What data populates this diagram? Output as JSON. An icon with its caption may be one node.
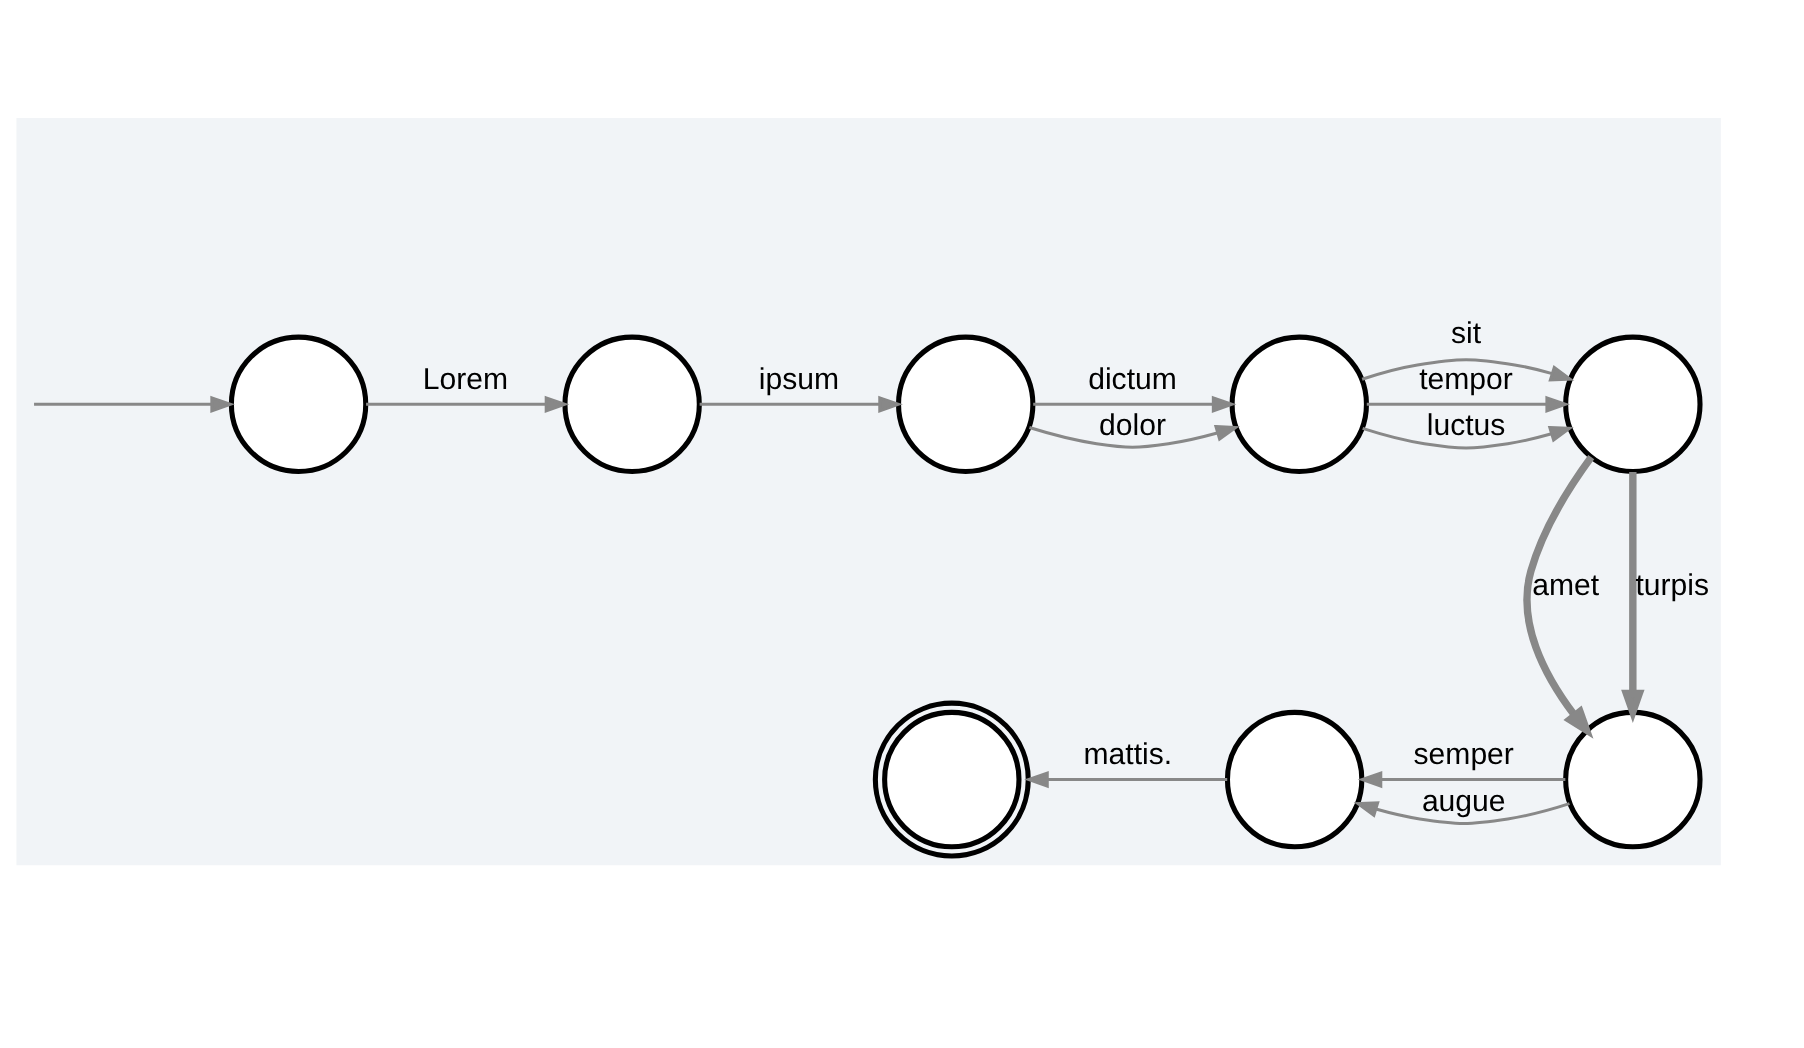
{
  "diagram": {
    "nodes": [
      {
        "text": [],
        "shape": "circle"
      },
      {
        "text": [],
        "shape": "circle"
      },
      {
        "text": [],
        "shape": "circle"
      },
      {
        "text": [],
        "shape": "circle"
      },
      {
        "text": [],
        "shape": "circle"
      },
      {
        "text": [],
        "shape": "circle"
      },
      {
        "text": [],
        "shape": "circle"
      },
      {
        "text": [],
        "shape": "doublecircle"
      }
    ],
    "edges": [
      {
        "from": null,
        "to": 0,
        "arrow": "to"
      },
      {
        "from": 0,
        "to": 1,
        "arrow": "to",
        "label": "Lorem"
      },
      {
        "from": 1,
        "to": 2,
        "arrow": "to",
        "label": "ipsum"
      },
      {
        "from": 2,
        "to": 3,
        "arrow": "to",
        "label": "dolor"
      },
      {
        "from": 2,
        "to": 3,
        "arrow": "to",
        "label": "dictum"
      },
      {
        "from": 3,
        "to": 4,
        "arrow": "to",
        "label": "sit"
      },
      {
        "from": 3,
        "to": 4,
        "arrow": "to",
        "label": "luctus"
      },
      {
        "from": 3,
        "to": 4,
        "arrow": "to",
        "label": "tempor"
      },
      {
        "from": 4,
        "to": 5,
        "arrow": "to",
        "label": "amet",
        "style": "thick"
      },
      {
        "from": 4,
        "to": 5,
        "arrow": "to",
        "label": "turpis",
        "style": "thick"
      },
      {
        "from": 5,
        "to": 6,
        "arrow": "to",
        "label": "semper"
      },
      {
        "from": 5,
        "to": 6,
        "arrow": "to",
        "label": "augue"
      },
      {
        "from": 6,
        "to": 7,
        "arrow": "to",
        "label": "mattis."
      }
    ]
  }
}
